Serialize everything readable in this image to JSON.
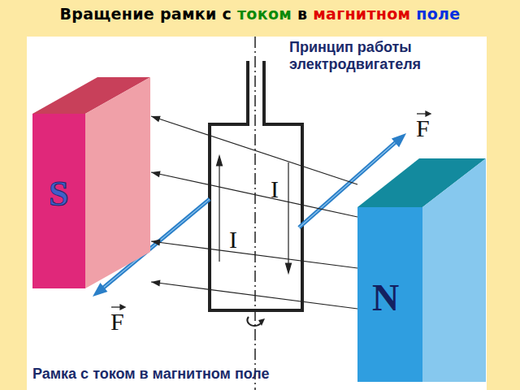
{
  "diagram": {
    "title": "Вращение рамки с током в магнитном поле",
    "nodes": [
      {
        "text": [
          "S"
        ]
      },
      {
        "text": [
          "N"
        ]
      }
    ],
    "edges": [
      {
        "from": 1,
        "to": 0,
        "arrow": "to"
      },
      {
        "from": 1,
        "to": 0,
        "arrow": "to"
      },
      {
        "from": 1,
        "to": 0,
        "arrow": "to"
      },
      {
        "from": 1,
        "to": 0,
        "arrow": "to"
      }
    ],
    "labels": [
      "Принцип работы электродвигателя",
      "I",
      "I",
      "F",
      "F",
      "Рамка с током в магнитном поле"
    ]
  }
}
